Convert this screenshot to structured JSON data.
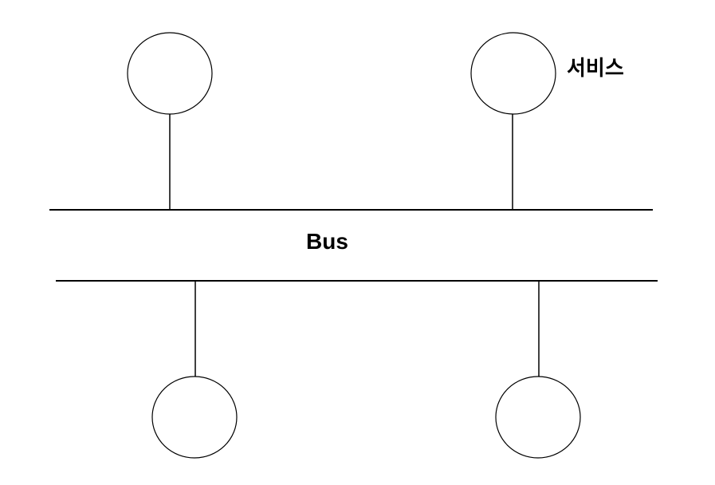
{
  "diagram": {
    "type": "bus-topology",
    "background_color": "#ffffff",
    "stroke_color": "#000000",
    "node_count": 4,
    "labels": {
      "bus": "Bus",
      "service": "서비스"
    }
  }
}
